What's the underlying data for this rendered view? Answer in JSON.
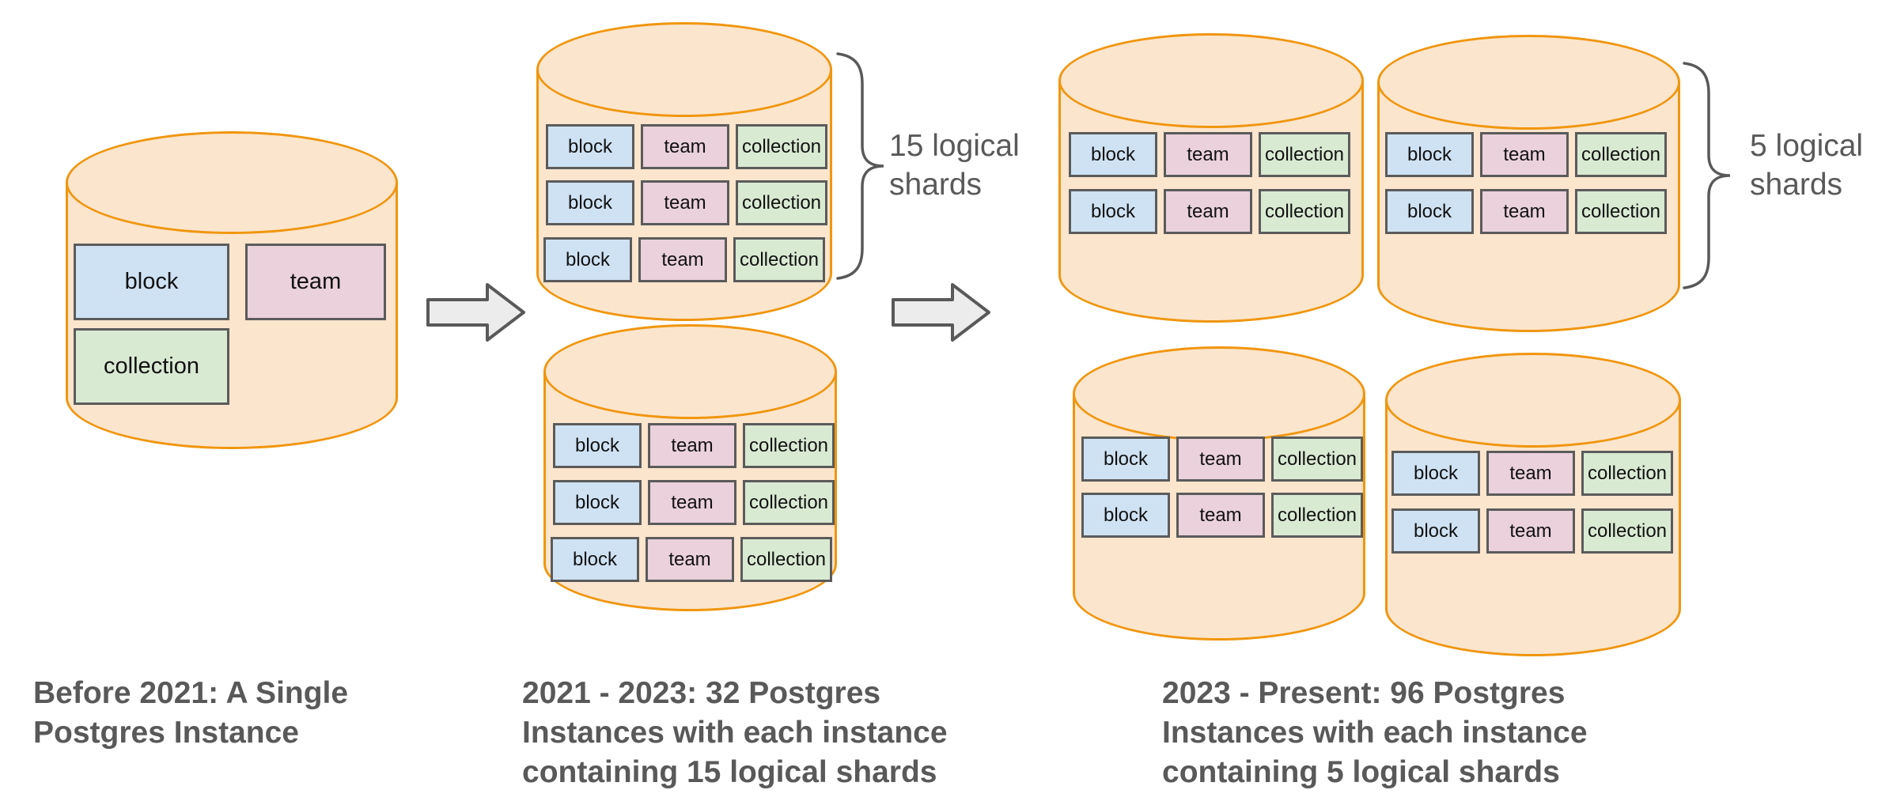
{
  "labels": {
    "block": "block",
    "team": "team",
    "collection": "collection"
  },
  "annotations": {
    "shards15": {
      "line1": "15 logical",
      "line2": "shards"
    },
    "shards5": {
      "line1": "5 logical",
      "line2": "shards"
    }
  },
  "captions": {
    "stage1": {
      "line1": "Before 2021: A Single",
      "line2": "Postgres Instance"
    },
    "stage2": {
      "line1": "2021 - 2023: 32 Postgres",
      "line2": "Instances with each instance",
      "line3": "containing 15 logical shards"
    },
    "stage3": {
      "line1": "2023 - Present: 96 Postgres",
      "line2": "Instances with each instance",
      "line3": "containing 5 logical shards"
    }
  },
  "colors": {
    "background": "#ffffff",
    "cylinder_fill": "#fce5cd",
    "cylinder_stroke": "#f0960f",
    "block_fill": "#cfe2f3",
    "team_fill": "#ead1dc",
    "collection_fill": "#d9ead3",
    "box_border": "#5b5b5b",
    "arrow_fill": "#ececec",
    "annotation_gray": "#595959"
  },
  "icons": {
    "flow_arrow": "right-arrow-icon",
    "shard_brace": "curly-brace-icon"
  }
}
